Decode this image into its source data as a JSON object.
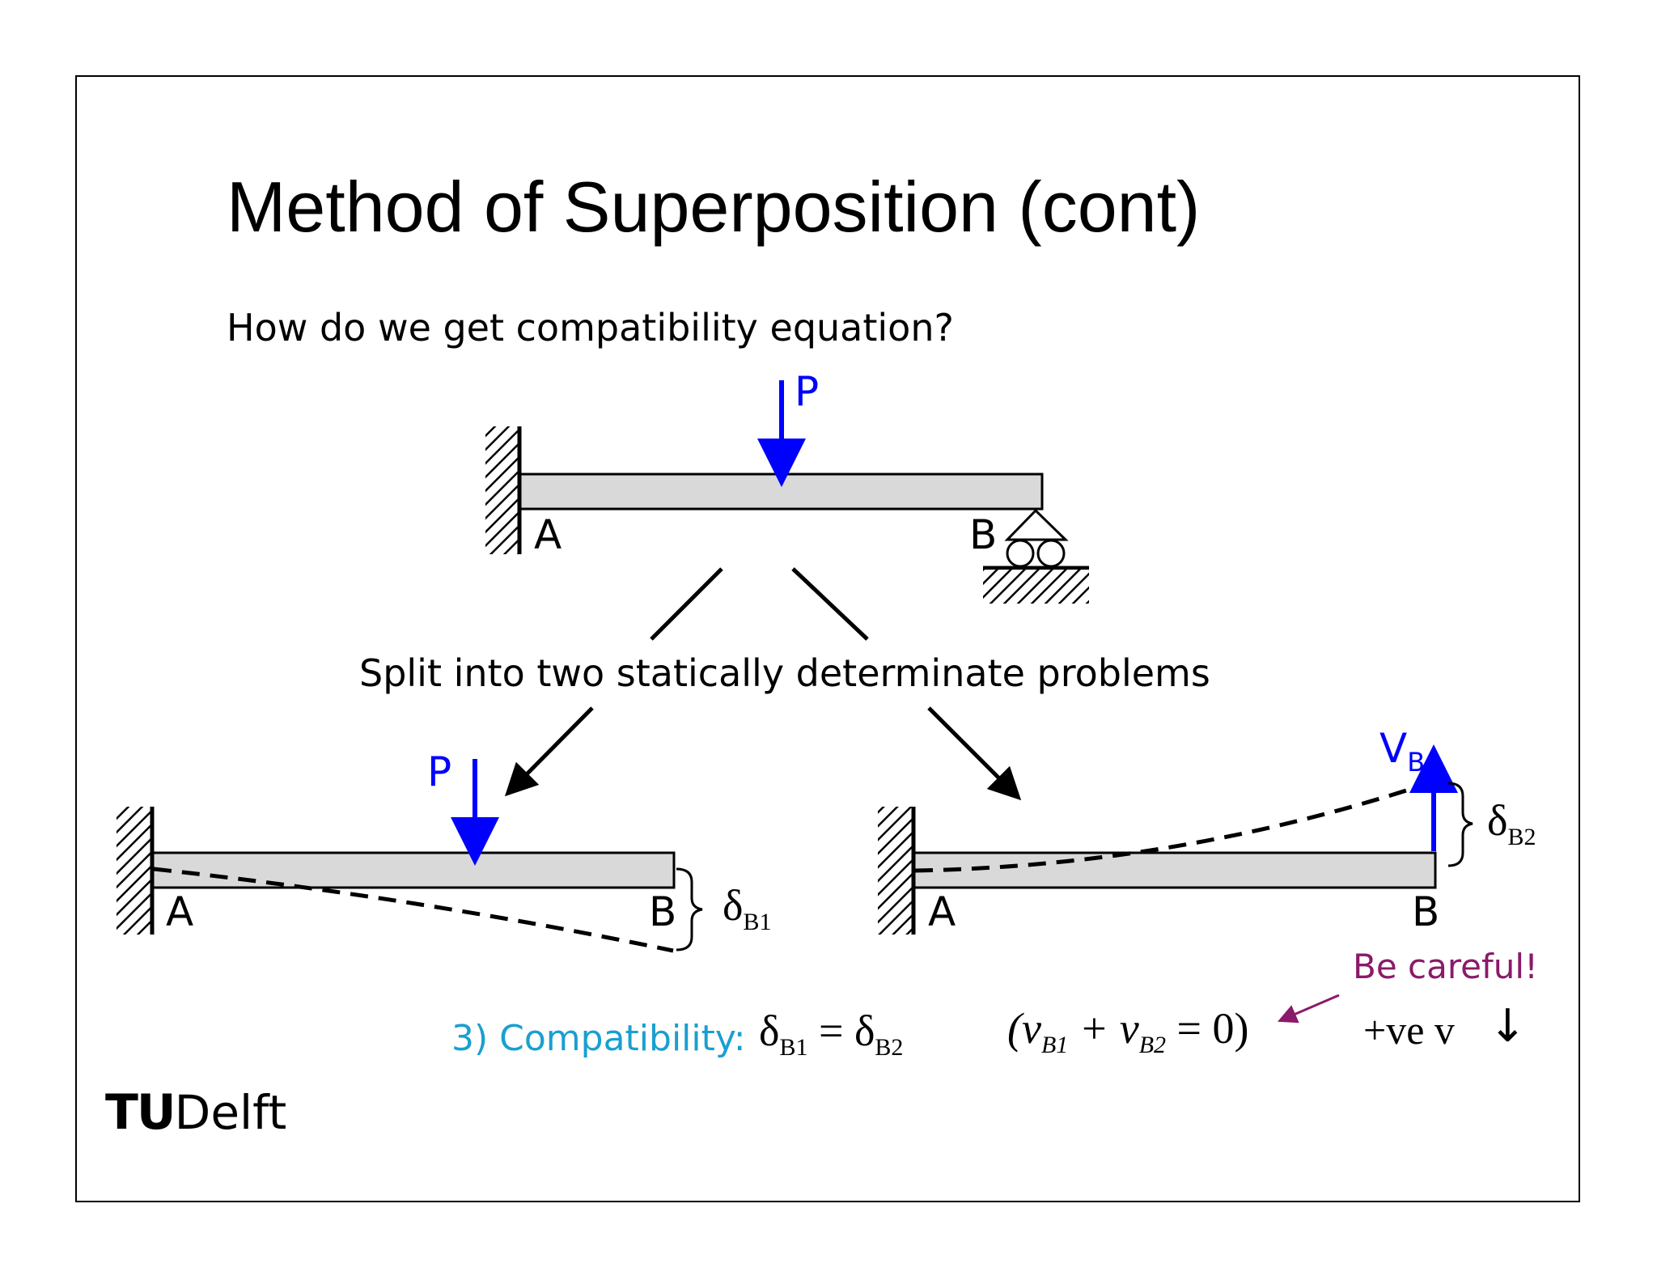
{
  "slide": {
    "title": "Method of Superposition (cont)",
    "question": "How do we get compatibility equation?",
    "split_text": "Split into two statically determinate problems"
  },
  "top_beam": {
    "load_label": "P",
    "label_a": "A",
    "label_b": "B"
  },
  "left_beam": {
    "load_label": "P",
    "label_a": "A",
    "label_b": "B",
    "deflection_label": "δ",
    "deflection_sub": "B1"
  },
  "right_beam": {
    "reaction_label": "V",
    "reaction_sub": "B",
    "label_a": "A",
    "label_b": "B",
    "deflection_label": "δ",
    "deflection_sub": "B2"
  },
  "compatibility": {
    "label": "3) Compatibility:",
    "eq_delta": "δ",
    "eq_sub1": "B1",
    "eq_equals": "=",
    "eq_sub2": "B2",
    "eq_v_open": "(v",
    "eq_v_sub1": "B1",
    "eq_v_plus": "+ v",
    "eq_v_sub2": "B2",
    "eq_v_close": "= 0)",
    "sign_convention": "+ve v",
    "sign_arrow": "↓",
    "note": "Be careful!"
  },
  "logo": {
    "tu": "TU",
    "delft": "Delft"
  },
  "colors": {
    "load": "#0000ff",
    "compat_label": "#1a9fd0",
    "note": "#8a1a6a",
    "beam_fill": "#d9d9d9"
  }
}
